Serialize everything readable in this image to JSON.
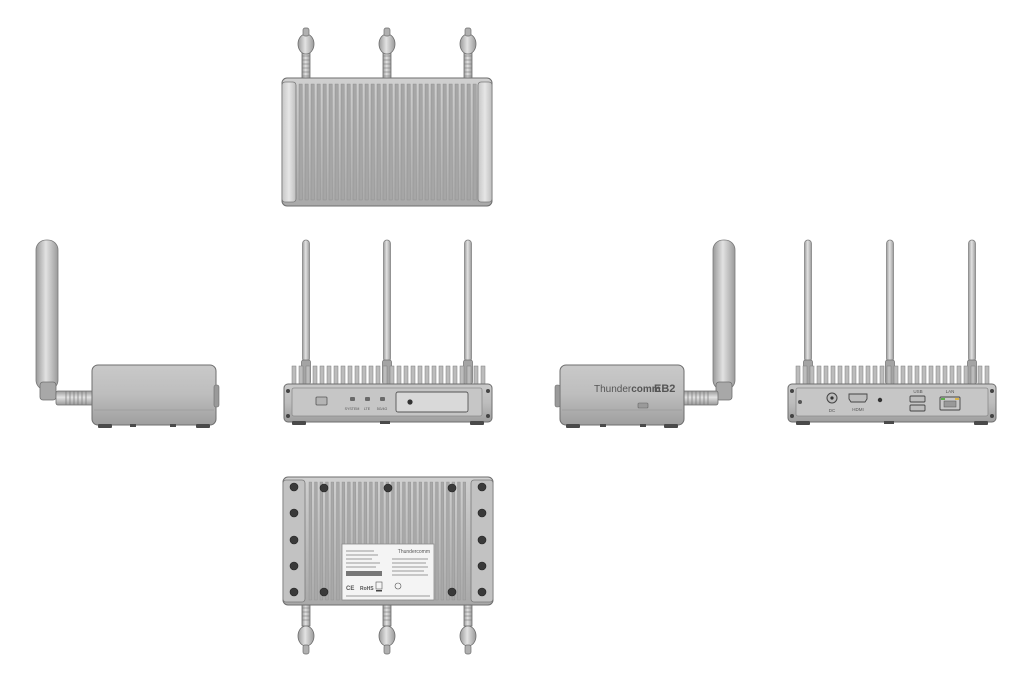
{
  "views": {
    "top": {
      "name": "top-view"
    },
    "left": {
      "name": "left-side-view"
    },
    "front": {
      "name": "front-view",
      "indicator_labels": [
        "SYSTEM",
        "LTE",
        "5G/4G"
      ]
    },
    "right": {
      "name": "right-side-view",
      "brand_thin": "Thunder",
      "brand_bold": "comm",
      "model": "EB2"
    },
    "rear": {
      "name": "rear-view",
      "port_labels": {
        "dc": "DC",
        "hdmi": "HDMI",
        "usb": "USB",
        "lan": "LAN"
      }
    },
    "bottom": {
      "name": "bottom-view",
      "label_brand": "Thundercomm",
      "label_marks": [
        "CE",
        "RoHS"
      ]
    }
  },
  "colors": {
    "background": "#ffffff",
    "body_light": "#d4d4d4",
    "body_mid": "#b9b9b9",
    "body_dark": "#8e8e8e",
    "outline": "#6e6e6e",
    "screw": "#3a3a3a",
    "led_green": "#5bb04a",
    "led_amber": "#d9b44a"
  }
}
